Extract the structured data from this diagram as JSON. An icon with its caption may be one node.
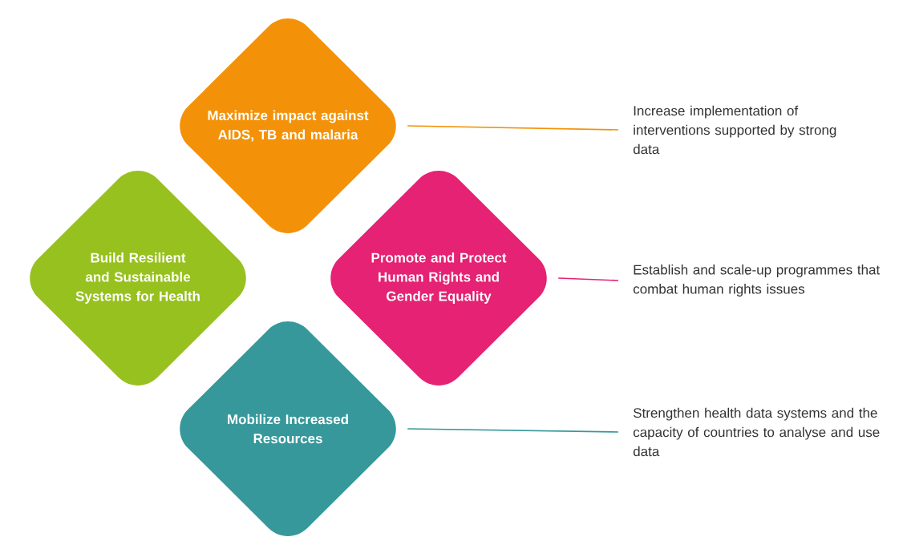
{
  "diagram": {
    "nodes": [
      {
        "text": [
          "Maximize impact against AIDS, TB and malaria"
        ]
      },
      {
        "text": [
          "Build Resilient and Sustainable Systems for Health"
        ]
      },
      {
        "text": [
          "Promote and Protect Human Rights and Gender Equality"
        ]
      },
      {
        "text": [
          "Mobilize Increased Resources"
        ]
      },
      {
        "text": [
          "Increase implementation of interventions supported by strong data"
        ]
      },
      {
        "text": [
          "Establish and scale-up programmes that combat human rights issues"
        ]
      },
      {
        "text": [
          "Strengthen health data systems and the capacity of countries to analyse and use data"
        ]
      }
    ],
    "edges": [
      {
        "from": 0,
        "to": 4,
        "arrow": "none",
        "color": "#f39208"
      },
      {
        "from": 2,
        "to": 5,
        "arrow": "none",
        "color": "#e52273"
      },
      {
        "from": 3,
        "to": 6,
        "arrow": "none",
        "color": "#36989a"
      }
    ]
  }
}
